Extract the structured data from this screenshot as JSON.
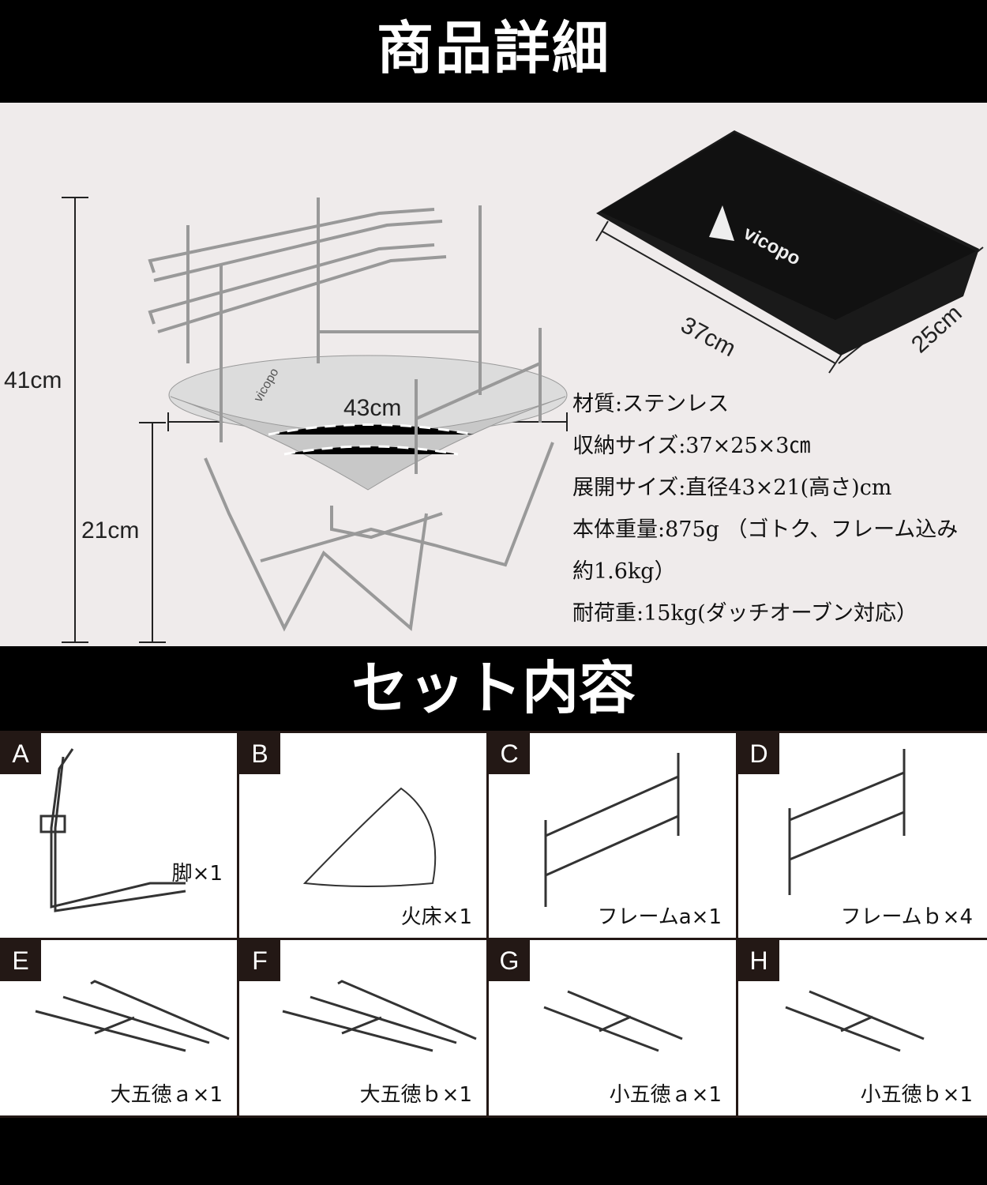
{
  "header": {
    "title": "商品詳細"
  },
  "detail": {
    "dims": {
      "height_total": "41cm",
      "height_body": "21cm",
      "diameter": "43cm",
      "bag_length": "37cm",
      "bag_width": "25cm"
    },
    "bag_logo": "vicopo",
    "stove_logo": "vicopo",
    "specs": [
      "材質:ステンレス",
      "収納サイズ:37×25×3㎝",
      "展開サイズ:直径43×21(高さ)cm",
      "本体重量:875g （ゴトク、フレーム込み",
      "約1.6kg）",
      "耐荷重:15kg(ダッチオーブン対応）"
    ]
  },
  "set": {
    "title": "セット内容",
    "items": [
      {
        "letter": "A",
        "label": "脚×1"
      },
      {
        "letter": "B",
        "label": "火床×1"
      },
      {
        "letter": "C",
        "label": "フレームa×1"
      },
      {
        "letter": "D",
        "label": "フレームｂ×4"
      },
      {
        "letter": "E",
        "label": "大五徳ａ×1"
      },
      {
        "letter": "F",
        "label": "大五徳ｂ×1"
      },
      {
        "letter": "G",
        "label": "小五徳ａ×1"
      },
      {
        "letter": "H",
        "label": "小五徳ｂ×1"
      }
    ]
  },
  "colors": {
    "band": "#000000",
    "detail_bg": "#efebeb",
    "tag": "#231815"
  }
}
